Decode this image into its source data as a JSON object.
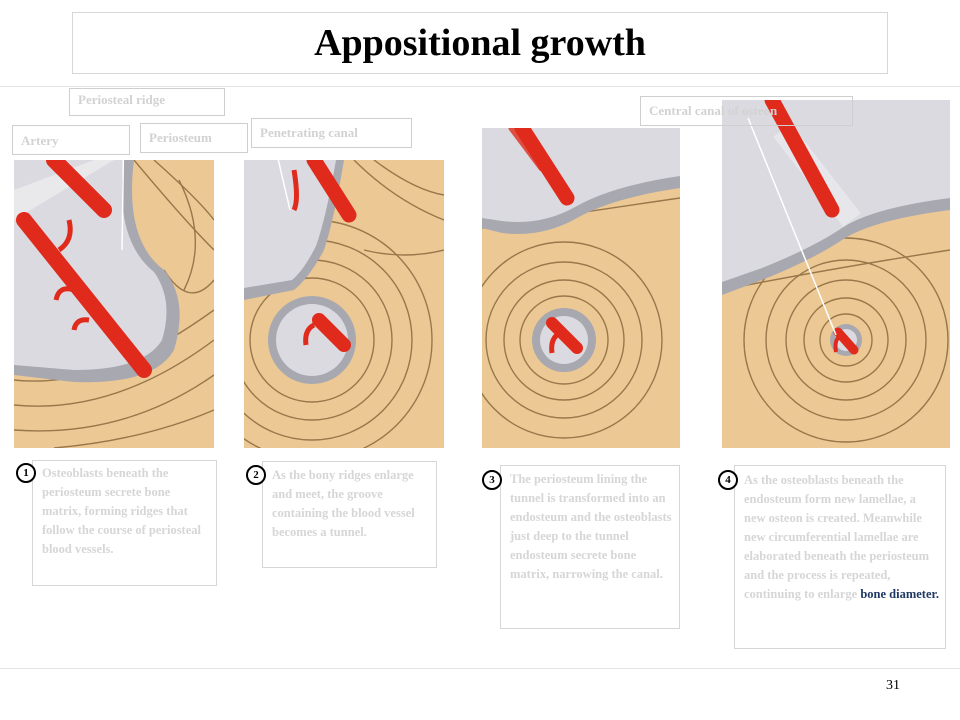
{
  "slide": {
    "title": "Appositional growth",
    "page_number": "31"
  },
  "labels": {
    "periosteal_ridge": "Periosteal ridge",
    "artery": "Artery",
    "periosteum": "Periosteum",
    "penetrating_canal": "Penetrating canal",
    "central_canal": "Central canal of osteon"
  },
  "steps": [
    {
      "number": "1",
      "text": "Osteoblasts beneath the periosteum secrete bone matrix, forming ridges that follow the course of periosteal blood vessels."
    },
    {
      "number": "2",
      "text": "As the bony ridges enlarge and meet, the groove containing the blood vessel becomes a tunnel."
    },
    {
      "number": "3",
      "text": "The periosteum lining the tunnel is transformed into an endosteum and the osteoblasts just deep to the tunnel endosteum secrete bone matrix, narrowing the canal."
    },
    {
      "number": "4",
      "text_before": "As the osteoblasts beneath the endosteum form new lamellae, a new osteon is created. Meanwhile new circumferential lamellae are elaborated beneath the periosteum and the process is repeated, continuing to enlarge ",
      "text_highlight": "bone diameter."
    }
  ],
  "colors": {
    "bone": "#ecc895",
    "lamella_line": "#8a6a3e",
    "membrane": "#c9c9d0",
    "artery": "#e02a1c",
    "highlight_text": "#1f3864",
    "caption_text": "#d6d6d6"
  }
}
